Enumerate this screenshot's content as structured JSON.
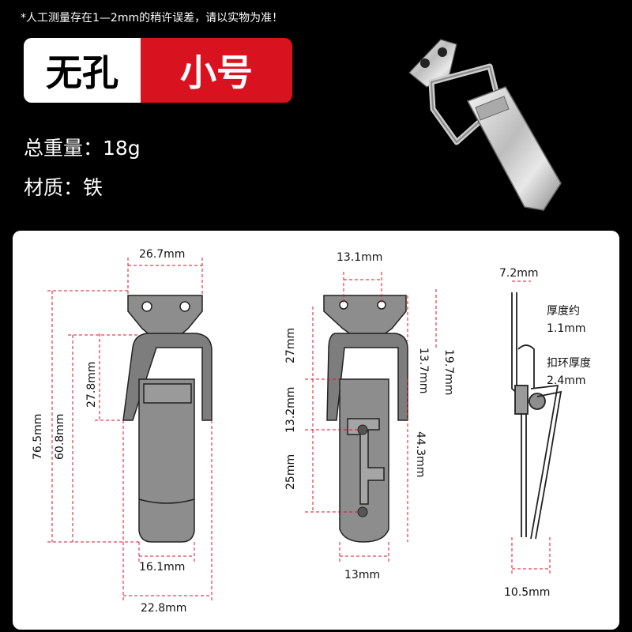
{
  "notice": "*人工测量存在1—2mm的稍许误差，请以实物为准！",
  "badge": {
    "left_label": "无孔",
    "right_label": "小号"
  },
  "specs": {
    "weight": "总重量：18g",
    "material": "材质：铁"
  },
  "colors": {
    "accent": "#d9121f",
    "dimension_line": "#e0102a",
    "metal": "#8d8d8d"
  },
  "views": {
    "left": {
      "top_width": "26.7mm",
      "overall_height": "76.5mm",
      "inner_height": "60.8mm",
      "loop_height": "27.8mm",
      "plate_width": "16.1mm",
      "bottom_width": "22.8mm"
    },
    "middle": {
      "hole_spacing": "13.1mm",
      "height_a": "13.7mm",
      "height_b": "19.7mm",
      "span_a": "27mm",
      "span_b": "13.2mm",
      "span_c": "25mm",
      "span_d": "44.3mm",
      "bottom_width": "13mm"
    },
    "right": {
      "top_width": "7.2mm",
      "thickness_label": "厚度约",
      "thickness_value": "1.1mm",
      "ring_label": "扣环厚度",
      "ring_value": "2.4mm",
      "bottom_width": "10.5mm"
    }
  }
}
